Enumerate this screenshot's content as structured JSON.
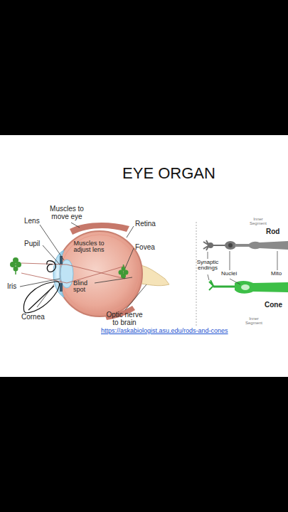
{
  "diagram": {
    "title": "EYE ORGAN",
    "labels": [
      "Muscles to move eye",
      "Lens",
      "Retina",
      "Pupil",
      "Muscles to adjust lens",
      "Fovea",
      "Iris",
      "Blind spot",
      "Cornea",
      "Optic nerve to brain",
      "https://askabiologist.asu.edu/rods-and-cones",
      "Inner Segment",
      "Rod",
      "Synaptic endings",
      "Nuclei",
      "Mito",
      "Cone",
      "Inner Segment"
    ]
  }
}
